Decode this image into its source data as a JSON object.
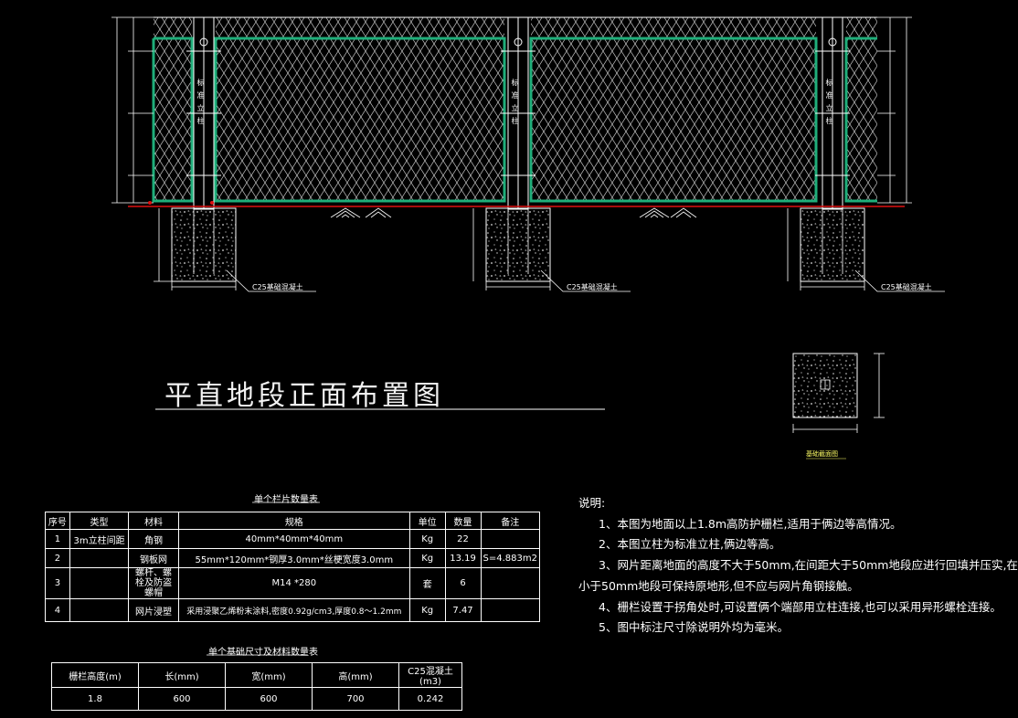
{
  "drawing_title": "平直地段正面布置图",
  "foundation_label": "C25基础混凝土",
  "post_label_left": "标准立柱",
  "post_label_mid": "标准立柱",
  "post_label_right": "标准立柱",
  "section_caption": "基础截面图",
  "table1": {
    "caption": "单个栏片数量表",
    "headers": [
      "序号",
      "类型",
      "材料",
      "规格",
      "单位",
      "数量",
      "备注"
    ],
    "rows": [
      [
        "1",
        "3m立柱间距",
        "角钢",
        "40mm*40mm*40mm",
        "Kg",
        "22",
        ""
      ],
      [
        "2",
        "",
        "钢板网",
        "55mm*120mm*钢厚3.0mm*丝梗宽度3.0mm",
        "Kg",
        "13.19",
        "S=4.883m2"
      ],
      [
        "3",
        "",
        "螺杆、螺栓及防盗螺帽",
        "M14 *280",
        "套",
        "6",
        ""
      ],
      [
        "4",
        "",
        "网片浸塑",
        "采用浸聚乙烯粉末涂料,密度0.92g/cm3,厚度0.8～1.2mm",
        "Kg",
        "7.47",
        ""
      ]
    ]
  },
  "table2": {
    "caption": "单个基础尺寸及材料数量表",
    "headers": [
      "栅栏高度(m)",
      "长(mm)",
      "宽(mm)",
      "高(mm)",
      "C25混凝土(m3)"
    ],
    "row": [
      "1.8",
      "600",
      "600",
      "700",
      "0.242"
    ]
  },
  "notes": {
    "heading": "说明:",
    "items": [
      "1、本图为地面以上1.8m高防护栅栏,适用于俩边等高情况。",
      "2、本图立柱为标准立柱,俩边等高。",
      "3、网片距离地面的高度不大于50mm,在间距大于50mm地段应进行回填并压实,在",
      "小于50mm地段可保持原地形,但不应与网片角钢接触。",
      "4、栅栏设置于拐角处时,可设置俩个端部用立柱连接,也可以采用异形螺栓连接。",
      "5、图中标注尺寸除说明外均为毫米。"
    ]
  },
  "colors": {
    "frame_green": "#1fae7a",
    "mesh": "#cfcfcf",
    "ground_red": "#e01010",
    "background": "#000000"
  }
}
